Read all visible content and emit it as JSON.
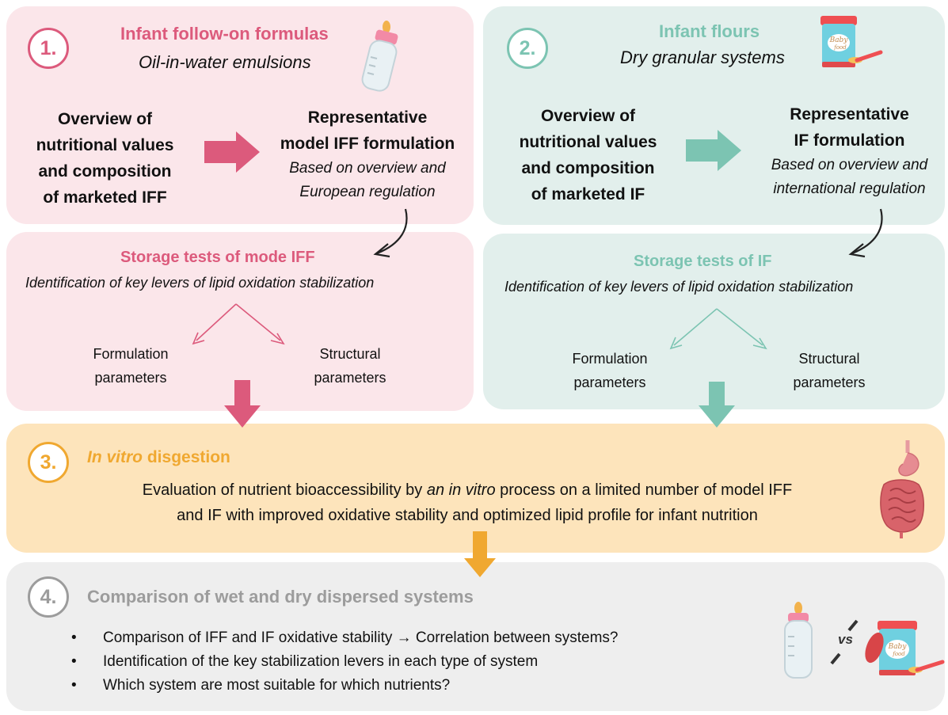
{
  "colors": {
    "pink": "#dc5a7c",
    "teal": "#7cc4b2",
    "orange": "#f0a830",
    "grey": "#9c9c9c"
  },
  "step1": {
    "number": "1.",
    "title": "Infant follow-on formulas",
    "subtitle": "Oil-in-water emulsions",
    "overview": [
      "Overview of",
      "nutritional values",
      "and composition",
      "of marketed IFF"
    ],
    "model_title": [
      "Representative",
      "model IFF formulation"
    ],
    "model_note": [
      "Based on overview and",
      "European regulation"
    ],
    "storage_title": "Storage tests of mode IFF",
    "storage_note": "Identification of key levers of lipid oxidation stabilization",
    "param_left": [
      "Formulation",
      "parameters"
    ],
    "param_right": [
      "Structural",
      "parameters"
    ]
  },
  "step2": {
    "number": "2.",
    "title": "Infant flours",
    "subtitle": "Dry granular systems",
    "overview": [
      "Overview of",
      "nutritional values",
      "and composition",
      "of marketed IF"
    ],
    "model_title": [
      "Representative",
      "IF formulation"
    ],
    "model_note": [
      "Based on overview and",
      "international regulation"
    ],
    "storage_title": "Storage tests of IF",
    "storage_note": "Identification of key levers of lipid oxidation stabilization",
    "param_left": [
      "Formulation",
      "parameters"
    ],
    "param_right": [
      "Structural",
      "parameters"
    ]
  },
  "step3": {
    "number": "3.",
    "title_italic": "In vitro",
    "title_rest": " disgestion",
    "line1_a": "Evaluation of nutrient bioaccessibility by ",
    "line1_italic": "an in vitro",
    "line1_b": " process on a limited number of model IFF",
    "line2": "and IF with improved oxidative stability and optimized lipid profile for infant nutrition"
  },
  "step4": {
    "number": "4.",
    "title": "Comparison of wet and dry dispersed systems",
    "bullet_symbol": "•",
    "bullets": [
      "Comparison of IFF and IF oxidative stability → Correlation between systems?",
      "Identification of the key stabilization levers in each type of system",
      "Which system are most suitable for which nutrients?"
    ],
    "vs_label": "vs"
  },
  "icons": {
    "bottle": "baby-bottle-icon",
    "jar": "baby-food-jar-icon",
    "intestine": "digestive-system-icon"
  },
  "jar_label": [
    "Baby",
    "food"
  ]
}
